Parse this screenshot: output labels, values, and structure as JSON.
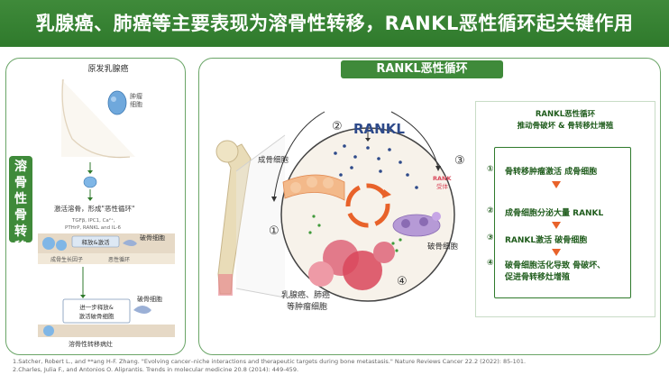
{
  "title": "乳腺癌、肺癌等主要表现为溶骨性转移，RANKL恶性循环起关键作用",
  "left_panel": {
    "side_tab": "溶骨性骨转移",
    "primary_label": "原发乳腺癌",
    "tumor_cell_label": "肿瘤细胞",
    "activate_text": "激活溶骨，形成\"恶性循环\"",
    "factors_line1": "TGFβ, IPC1, Ca²⁺,",
    "factors_line2": "PTHrP, RANKL and IL-6",
    "release_label": "释放&激活",
    "osteoclast_label": "破骨细胞",
    "growth_factor_label": "成骨生长因子",
    "cycle_label": "恶性循环",
    "further_line1": "进一步释放&",
    "further_line2": "激活破骨细胞",
    "osteoclast_label2": "破骨细胞",
    "bottom_label": "溶骨性转移病灶"
  },
  "right_panel": {
    "header": "RANKL恶性循环",
    "rankl_label": "RANKL",
    "osteoblast_label": "成骨细胞",
    "rank_receptor_line1": "RANK",
    "rank_receptor_line2": "受体",
    "osteoclast_label": "破骨细胞",
    "tumor_line1": "乳腺癌、肺癌",
    "tumor_line2": "等肿瘤细胞",
    "step_numbers": [
      "①",
      "②",
      "③",
      "④"
    ],
    "steps_title_line1": "RANKL恶性循环",
    "steps_title_line2": "推动骨破坏 & 骨转移灶增殖",
    "steps": [
      {
        "num": "①",
        "text": "骨转移肿瘤激活 成骨细胞"
      },
      {
        "num": "②",
        "text": "成骨细胞分泌大量 RANKL"
      },
      {
        "num": "③",
        "text": "RANKL激活 破骨细胞"
      },
      {
        "num": "④",
        "line1": "破骨细胞活化导致 骨破坏、",
        "line2": "促进骨转移灶增殖"
      }
    ]
  },
  "references": [
    "1.Satcher, Robert L., and **ang H-F. Zhang. \"Evolving cancer–niche interactions and therapeutic targets during bone metastasis.\" Nature Reviews Cancer 22.2 (2022): 85-101.",
    "2.Charles, Julia F., and Antonios O. Aliprantis. Trends in molecular medicine 20.8 (2014): 449-459."
  ],
  "colors": {
    "brand_green": "#2f7a2c",
    "accent_orange": "#e8622a",
    "osteoclast_purple": "#8a6bb3",
    "tumor_red": "#d9475a"
  }
}
